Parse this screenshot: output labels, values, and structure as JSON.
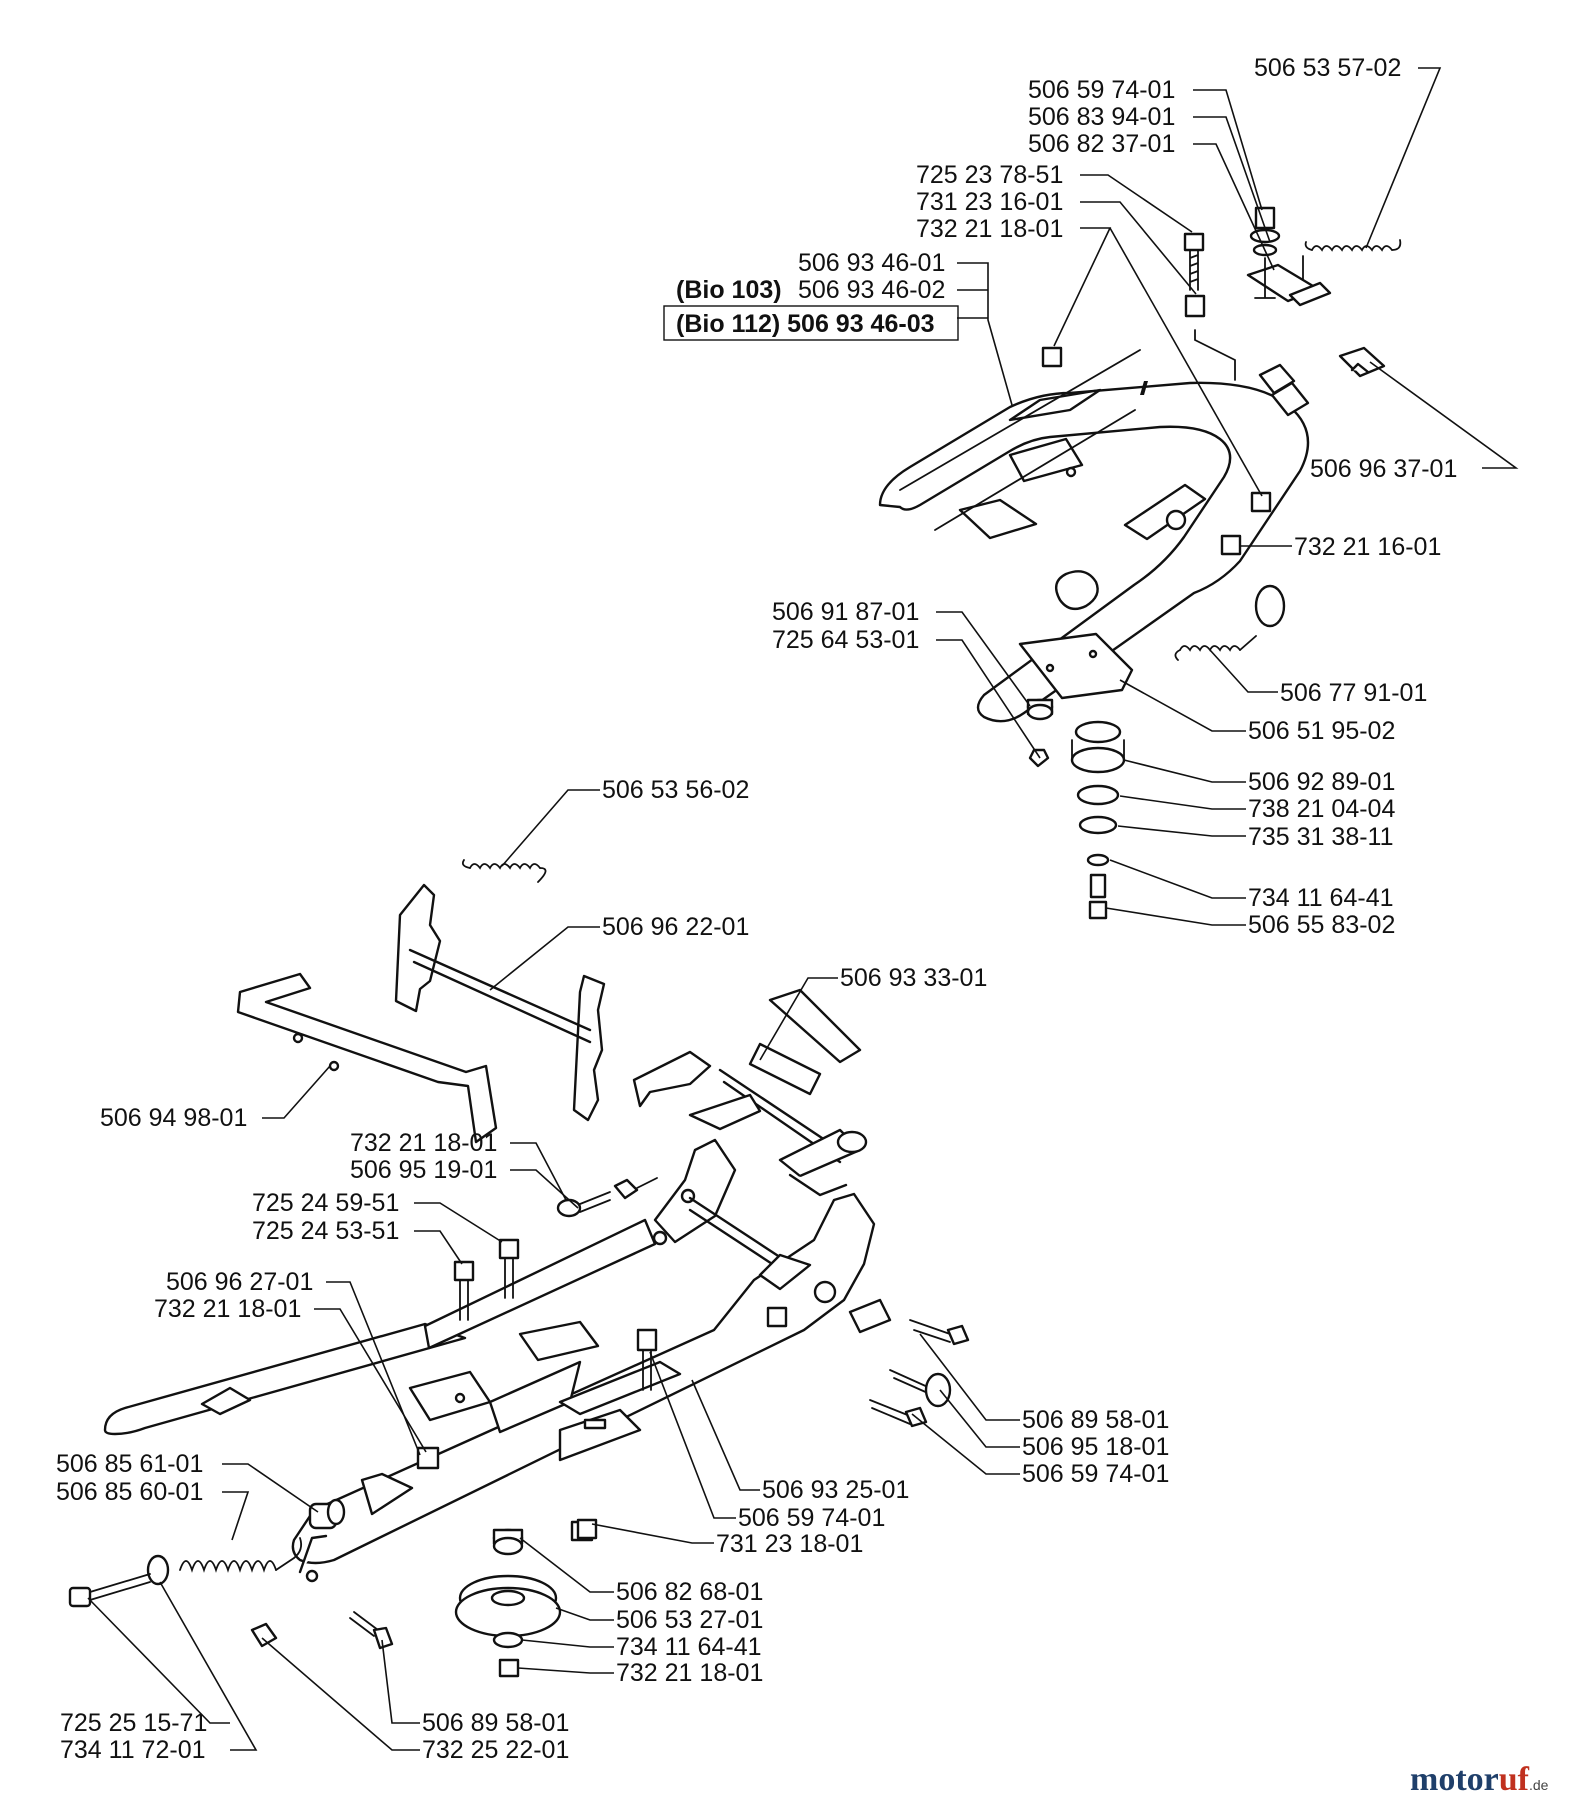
{
  "labels": [
    "506 53 57-02",
    "506 59 74-01",
    "506 83 94-01",
    "506 82 37-01",
    "725 23 78-51",
    "731 23 16-01",
    "732 21 18-01",
    "506 93 46-01",
    "(Bio 103)",
    "506 93 46-02",
    "(Bio 112) 506 93 46-03",
    "506 96 37-01",
    "732 21 16-01",
    "506 91 87-01",
    "725 64 53-01",
    "506 77 91-01",
    "506 51 95-02",
    "506 92 89-01",
    "738 21 04-04",
    "735 31 38-11",
    "734 11 64-41",
    "506 55 83-02",
    "506 53 56-02",
    "506 96 22-01",
    "506 93 33-01",
    "506 94 98-01",
    "732 21 18-01",
    "506 95 19-01",
    "725 24 59-51",
    "725 24 53-51",
    "506 96 27-01",
    "732 21 18-01",
    "506 89 58-01",
    "506 95 18-01",
    "506 59 74-01",
    "506 93 25-01",
    "506 85 61-01",
    "506 85 60-01",
    "506 59 74-01",
    "731 23 18-01",
    "506 82 68-01",
    "506 53 27-01",
    "734 11 64-41",
    "732 21 18-01",
    "725 25 15-71",
    "506 89 58-01",
    "734 11 72-01",
    "732 25 22-01"
  ],
  "watermark": {
    "part1": "motor",
    "part2": "uf",
    "suffix": ".de"
  }
}
